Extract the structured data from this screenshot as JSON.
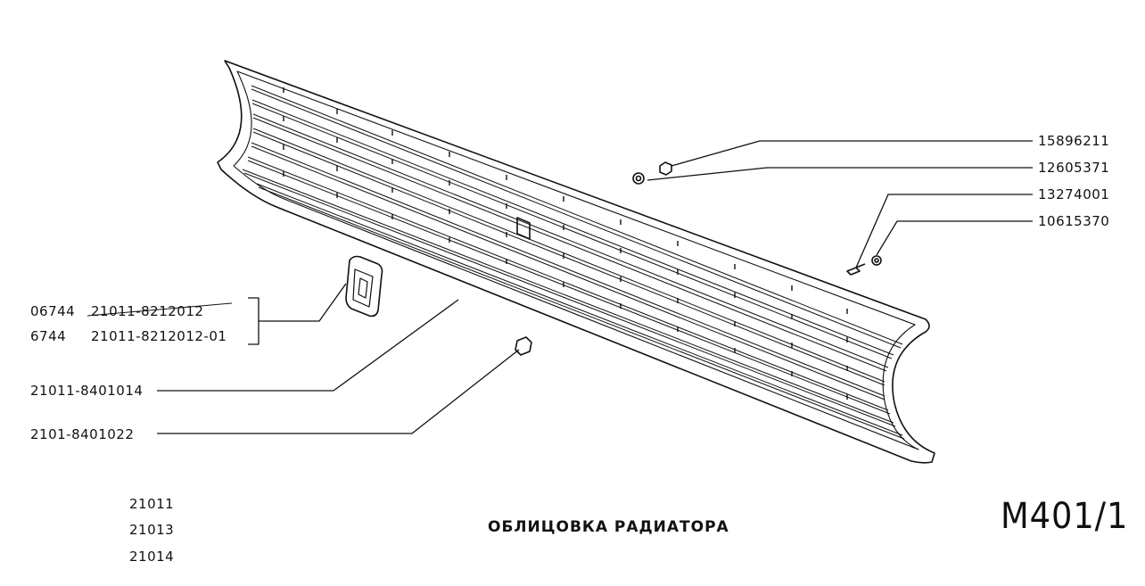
{
  "title": "ОБЛИЦОВКА РАДИАТОРА",
  "sheet_code": "M401/1",
  "models": [
    "21011",
    "21013",
    "21014"
  ],
  "part_numbers": {
    "nut": "15896211",
    "washer_top": "12605371",
    "screw": "13274001",
    "washer_right": "10615370",
    "emblem_row1_code": "06744",
    "emblem_row1_part": "21011-8212012",
    "emblem_row2_code": "6744",
    "emblem_row2_part": "21011-8212012-01",
    "grille": "21011-8401014",
    "clip": "2101-8401022"
  },
  "ink_color": "#111111"
}
